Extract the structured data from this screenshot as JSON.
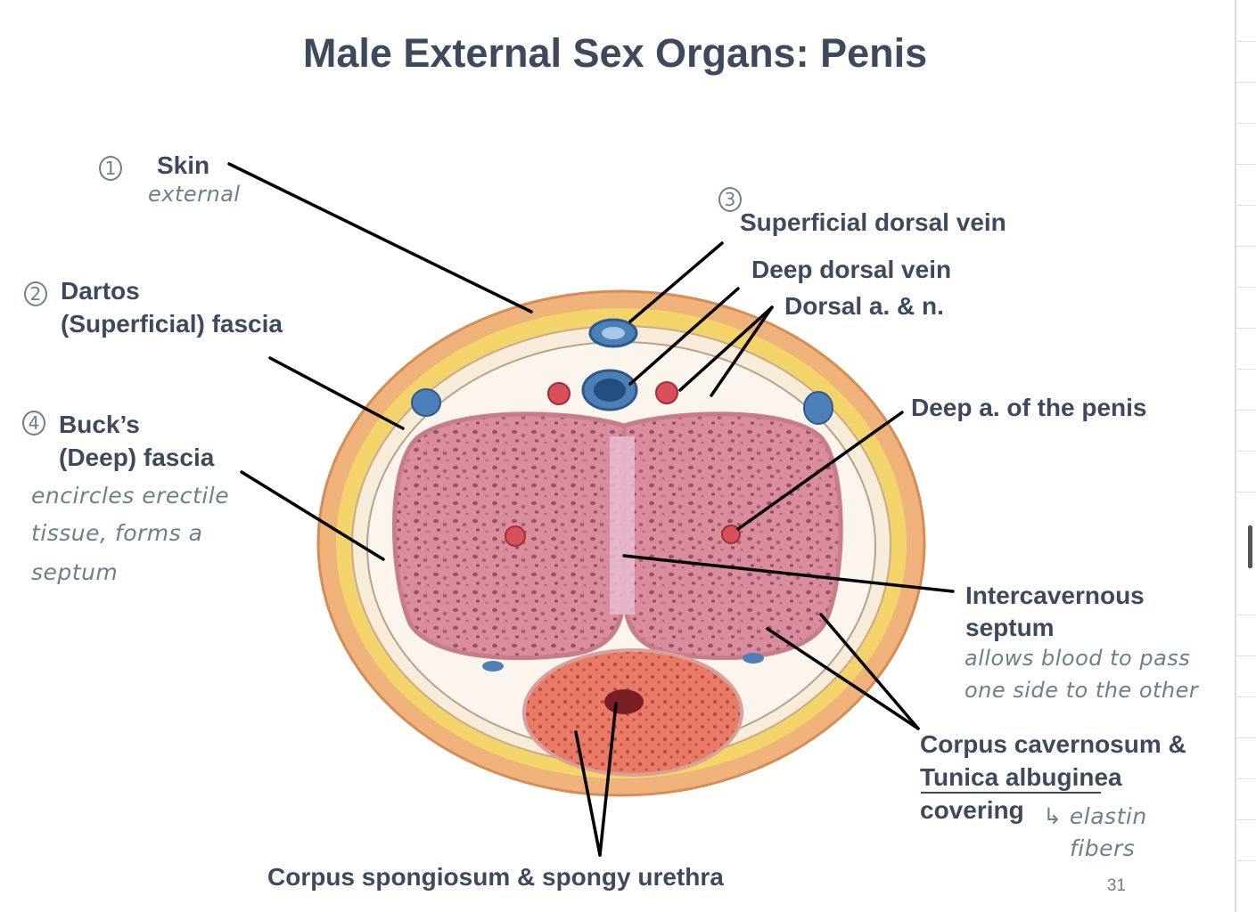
{
  "title": "Male External Sex Organs: Penis",
  "page_number": "31",
  "labels": {
    "skin": "Skin",
    "dartos_1": "Dartos",
    "dartos_2": "(Superficial) fascia",
    "bucks_1": "Buck’s",
    "bucks_2": "(Deep) fascia",
    "superficial_dorsal_vein": "Superficial dorsal vein",
    "deep_dorsal_vein": "Deep dorsal vein",
    "dorsal_an": "Dorsal a. & n.",
    "deep_artery": "Deep a. of the penis",
    "septum_1": "Intercavernous",
    "septum_2": "septum",
    "cavernosum_1": "Corpus cavernosum &",
    "cavernosum_2": "Tunica albuginea",
    "cavernosum_3": "covering",
    "spongiosum": "Corpus spongiosum & spongy urethra"
  },
  "handwritten": {
    "n1": "1",
    "n2": "2",
    "n3": "3",
    "n4": "4",
    "skin_note": "external",
    "bucks_note_1": "encircles erectile",
    "bucks_note_2": "tissue, forms a",
    "bucks_note_3": "septum",
    "septum_note_1": "allows blood to pass",
    "septum_note_2": "one side to the other",
    "cavernosum_note_1": "↳ elastin",
    "cavernosum_note_2": "fibers"
  },
  "colors": {
    "text": "#3d4a5d",
    "handwriting": "#6b8088",
    "skin": "#efb27a",
    "fat": "#f1d254",
    "erectile": "#d9899a",
    "spongiosum": "#e7735f",
    "vein": "#4d7fb8",
    "artery": "#d8505a"
  }
}
